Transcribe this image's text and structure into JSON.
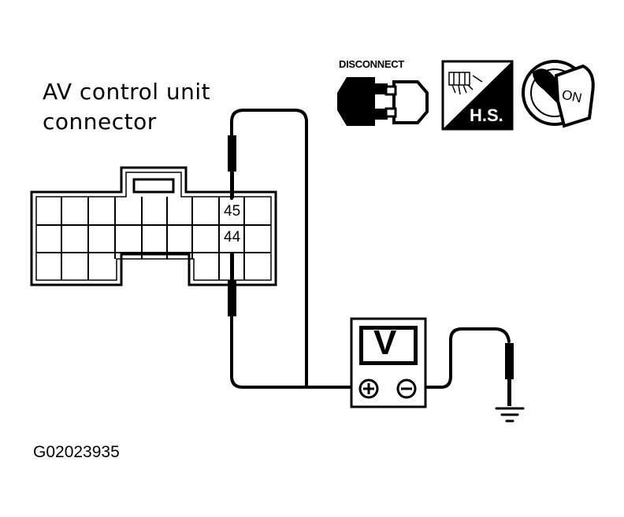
{
  "title": {
    "line1": "AV control unit",
    "line2": "connector"
  },
  "pins": {
    "upper": "45",
    "lower": "44"
  },
  "meter": {
    "label": "V",
    "positive_symbol": "⊕",
    "negative_symbol": "⊖"
  },
  "icons": {
    "disconnect": {
      "icon": "disconnect-connector-icon",
      "text": "DISCONNECT"
    },
    "harness": {
      "icon": "harness-side-icon",
      "text": "H.S."
    },
    "ignition": {
      "icon": "ignition-key-on-icon",
      "text": "ON"
    }
  },
  "figure_id": "G02023935",
  "colors": {
    "ink": "#000000",
    "paper": "#ffffff"
  }
}
